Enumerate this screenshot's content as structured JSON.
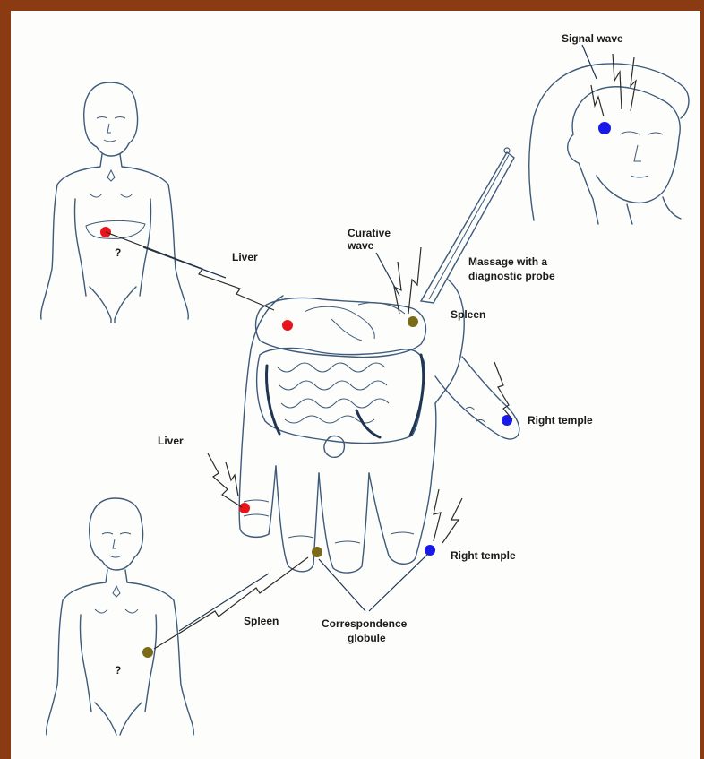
{
  "labels": {
    "signal_wave": "Signal wave",
    "curative_wave_1": "Curative",
    "curative_wave_2": "wave",
    "massage_1": "Massage with a",
    "massage_2": "diagnostic probe",
    "liver_top": "Liver",
    "spleen_top": "Spleen",
    "right_temple_top": "Right temple",
    "liver_left": "Liver",
    "right_temple_bottom": "Right temple",
    "spleen_bottom": "Spleen",
    "correspondence_1": "Correspondence",
    "correspondence_2": "globule",
    "question_mark_top": "?",
    "question_mark_bottom": "?"
  },
  "colors": {
    "frame": "#8a3b12",
    "liver_point": "#e8141a",
    "spleen_point": "#7b6a1a",
    "temple_point": "#1a1ae8",
    "outline": "#3d5a7a"
  }
}
